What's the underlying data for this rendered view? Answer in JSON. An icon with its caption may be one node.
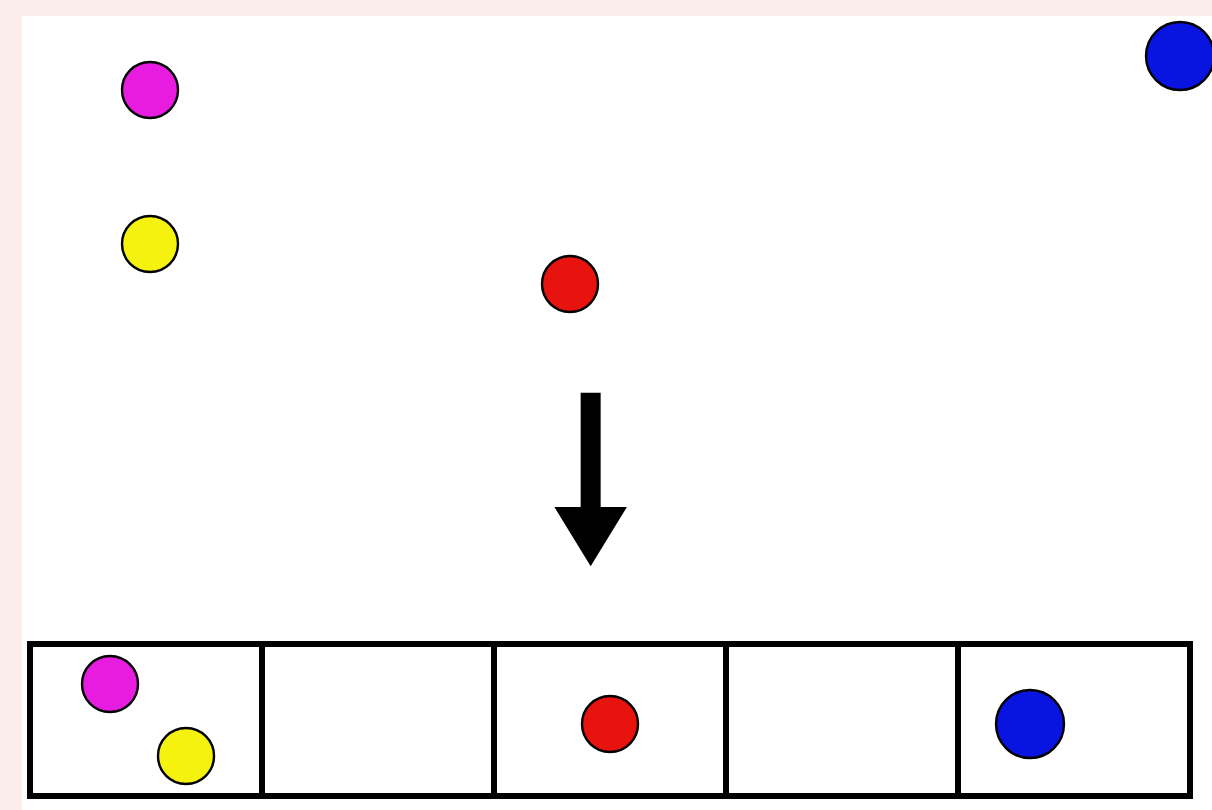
{
  "diagram": {
    "nodes": [
      {
        "text": [],
        "shape": "circle"
      },
      {
        "text": [],
        "shape": "circle"
      },
      {
        "text": [],
        "shape": "circle"
      },
      {
        "text": [],
        "shape": "circle"
      },
      {
        "text": [],
        "shape": "box"
      },
      {
        "text": [],
        "shape": "box"
      },
      {
        "text": [],
        "shape": "box"
      },
      {
        "text": [],
        "shape": "box"
      },
      {
        "text": [],
        "shape": "box"
      },
      {
        "text": [],
        "shape": "circle",
        "in": 4
      },
      {
        "text": [],
        "shape": "circle",
        "in": 4
      },
      {
        "text": [],
        "shape": "circle",
        "in": 6
      },
      {
        "text": [],
        "shape": "circle",
        "in": 8
      }
    ],
    "edges": [
      {
        "from": 2,
        "to": 6,
        "arrow": "to"
      }
    ]
  }
}
